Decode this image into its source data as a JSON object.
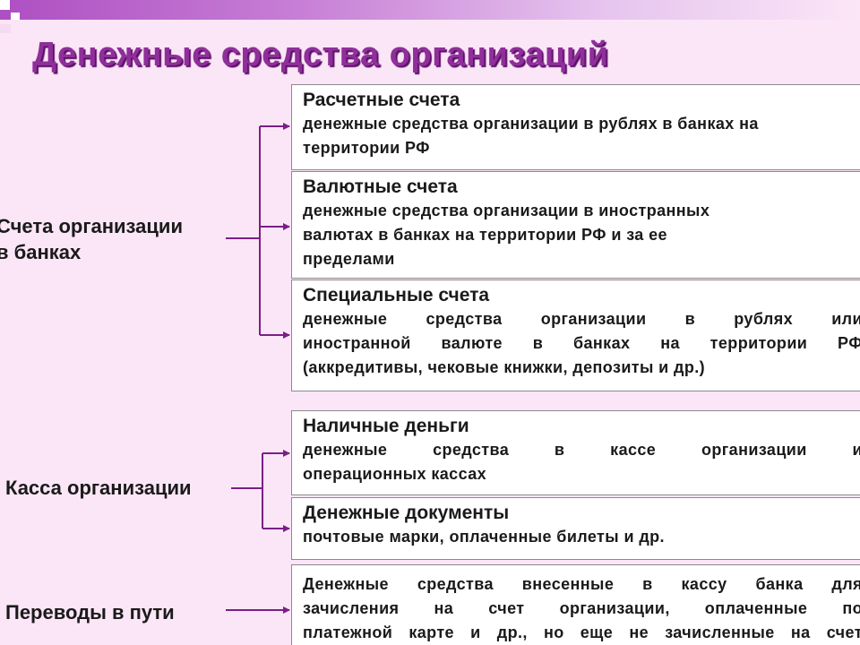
{
  "title": "Денежные средства организаций",
  "left_labels": {
    "bank_line1": "Счета организации",
    "bank_line2": "в банках",
    "cash": "Касса организации",
    "transit": "Переводы в пути"
  },
  "boxes": {
    "settlement": {
      "title": "Расчетные счета",
      "line1": "денежные средства организации в рублях в банках на",
      "line2": "территории РФ"
    },
    "currency": {
      "title": "Валютные счета",
      "line1": "денежные средства организации в иностранных",
      "line2": "валютах в банках на территории РФ и за ее",
      "line3": "пределами"
    },
    "special": {
      "title": "Специальные счета",
      "line1_words": [
        "денежные",
        "средства",
        "организации",
        "в",
        "рублях",
        "или"
      ],
      "line2_words": [
        "иностранной",
        "валюте",
        "в",
        "банках",
        "на",
        "территории",
        "РФ"
      ],
      "line3": "(аккредитивы, чековые книжки, депозиты и др.)"
    },
    "cash_money": {
      "title": "Наличные деньги",
      "line1_words": [
        "денежные",
        "средства",
        "в",
        "кассе",
        "организации",
        "и"
      ],
      "line2": "операционных кассах"
    },
    "documents": {
      "title": "Денежные документы",
      "line1": "почтовые марки, оплаченные билеты и др."
    },
    "transit": {
      "line1_words": [
        "Денежные",
        "средства",
        "внесенные",
        "в",
        "кассу",
        "банка",
        "для"
      ],
      "line2_words": [
        "зачисления",
        "на",
        "счет",
        "организации,",
        "оплаченные",
        "по"
      ],
      "line3_words": [
        "платежной",
        "карте",
        "и",
        "др.,",
        "но",
        "еще",
        "не",
        "зачисленные",
        "на",
        "счет"
      ]
    }
  },
  "colors": {
    "background": "#fbe6f7",
    "title": "#8f2f9a",
    "connector": "#7a1f86"
  }
}
